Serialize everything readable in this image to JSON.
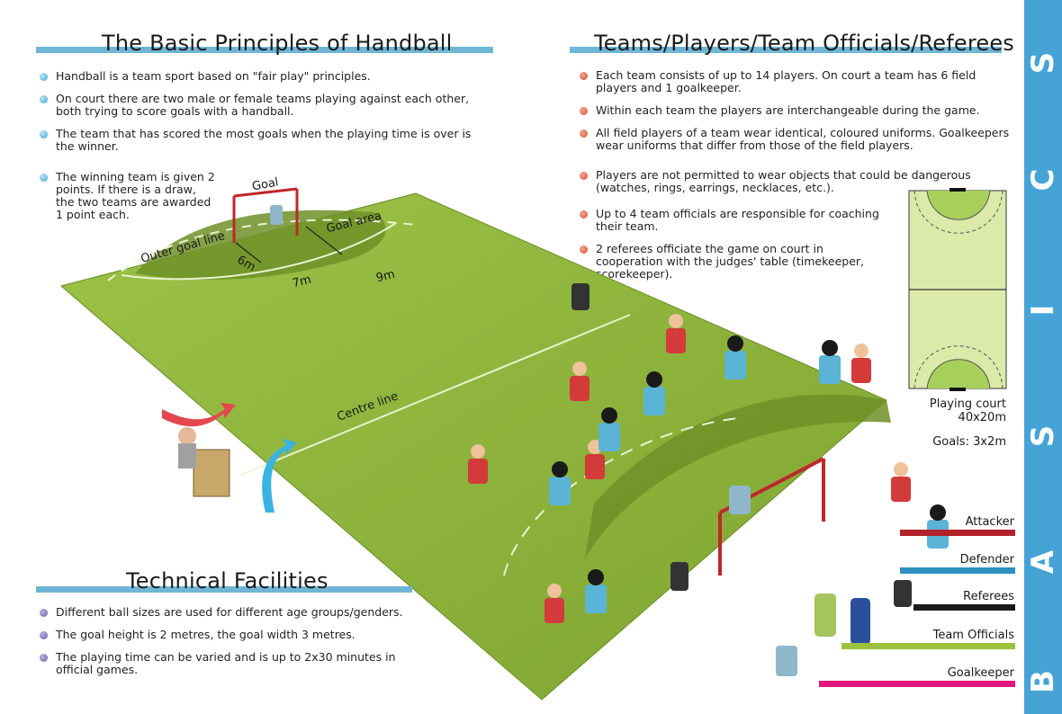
{
  "basic": {
    "title": "The Basic Principles of Handball",
    "items": [
      "Handball is a team sport based on \"fair play\" principles.",
      "On court there are two male or female teams playing against each other, both trying to score goals with a handball.",
      "The team that has scored the most goals when the playing time is over is the winner.",
      "The winning team is given 2 points. If there is a draw, the two teams are awarded 1 point each."
    ]
  },
  "teams": {
    "title": "Teams/Players/Team Officials/Referees",
    "items": [
      "Each team consists of up to 14 players. On court a team has 6 field players and 1 goalkeeper.",
      "Within each team the players are interchangeable during the game.",
      "All field players of a team wear identical, coloured uniforms. Goalkeepers wear uniforms that differ from those of the field players.",
      "Players are not permitted to wear objects that could be dangerous (watches, rings, earrings, necklaces, etc.).",
      "Up to 4 team officials are responsible for coaching their team.",
      "2 referees officiate the game on court in cooperation with the judges' table (timekeeper, scorekeeper)."
    ]
  },
  "technical": {
    "title": "Technical Facilities",
    "items": [
      "Different ball sizes are used for different age groups/genders.",
      "The goal height is 2 metres, the goal width 3 metres.",
      "The playing time can be varied and is up to 2x30 minutes in official games."
    ]
  },
  "court_labels": {
    "goal": "Goal",
    "goal_area": "Goal area",
    "outer_goal_line": "Outer goal line",
    "six_m": "6m",
    "seven_m": "7m",
    "nine_m": "9m",
    "centre_line": "Centre line"
  },
  "diagram": {
    "court_caption_1": "Playing court",
    "court_caption_2": "40x20m",
    "goals_caption": "Goals: 3x2m"
  },
  "legend": [
    {
      "label": "Attacker",
      "color": "#b3222a"
    },
    {
      "label": "Defender",
      "color": "#2f8fc0"
    },
    {
      "label": "Referees",
      "color": "#1a1a1a"
    },
    {
      "label": "Team Officials",
      "color": "#9bc23c"
    },
    {
      "label": "Goalkeeper",
      "color": "#e0177f"
    }
  ],
  "sidebar": {
    "letters": [
      "S",
      "C",
      "I",
      "S",
      "A",
      "B"
    ],
    "color": "#45a3d6"
  },
  "colors": {
    "court": "#8db43b",
    "goal_area": "#6f9127",
    "heading_bar": "#6fb6d6"
  }
}
